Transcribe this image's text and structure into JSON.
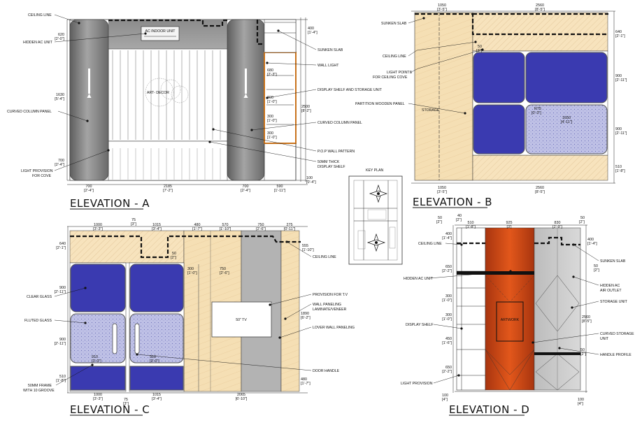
{
  "sheet": {
    "key_plan_label": "KEY PLAN"
  },
  "elevation_a": {
    "title": "ELEVATION - A",
    "ac_label": "AC INDOOR UNIT",
    "art_label": "ART- DECOR",
    "labels_left": [
      "CEILING LINE",
      "HIDDEN  AC UNIT",
      "CURVED COLUMN PANEL",
      "LIGHT PROVISION",
      "FOR COVE"
    ],
    "labels_right": [
      "SUNKEN SLAB",
      "WALL LIGHT",
      "DISPLAY SHELF AND STORAGE UNIT",
      "CURVED COLUMN PANEL",
      "P.O.P WALL PATTERN",
      "50MM THICK",
      "DISPLAY SHELF"
    ],
    "dims_bottom": [
      "700",
      "[2'-4\"]",
      "2185",
      "[7'-2\"]",
      "700",
      "[2'-4\"]",
      "590",
      "[1'-11\"]"
    ],
    "dims_left": [
      "620",
      "[2'-0\"]",
      "1630",
      "[5'-4\"]",
      "700",
      "[2'-4\"]"
    ],
    "dims_right": [
      "400",
      "[1'-4\"]",
      "680",
      "[2'-3\"]",
      "300",
      "[1'-0\"]",
      "2500",
      "[8'-2\"]",
      "300",
      "[1'-0\"]",
      "300",
      "[1'-0\"]",
      "100",
      "[0'-4\"]"
    ]
  },
  "elevation_b": {
    "title": "ELEVATION - B",
    "storage_label": "STORAGE",
    "labels_left": [
      "SUNKEN SLAB",
      "CEILING LINE",
      "LIGHT POINTS",
      "FOR CEILING COVE",
      "PARTITION WOODEN PANEL"
    ],
    "dims_top": [
      "1050",
      "[3'-5\"]",
      "2560",
      "[8'-5\"]"
    ],
    "dims_bottom": [
      "1050",
      "[3'-5\"]",
      "2560",
      "[8'-5\"]"
    ],
    "dims_right": [
      "640",
      "[2'-1\"]",
      "900",
      "[2'-11\"]",
      "900",
      "[2'-11\"]",
      "510",
      "[1'-8\"]"
    ],
    "r_label": "R75",
    "r_sub": "[0'-3\"]",
    "inner_dim": "1650",
    "inner_dim_sub": "[4'-11\"]",
    "small_dim": "50",
    "small_dim_sub": "[2\"]"
  },
  "elevation_c": {
    "title": "ELEVATION - C",
    "tv_label": "50\" TV",
    "labels_left": [
      "CLEAR GLASS",
      "FLUTED GLASS",
      "50MM FRAME",
      "WITH 10 GROOVE"
    ],
    "labels_right": [
      "CEILING LINE",
      "PROVISION FOR T.V",
      "WALL PANELING",
      "LAMINATE/VENEER",
      "LOVER WALL PANELING",
      "DOOR HANDLE"
    ],
    "dims_top": [
      "1000",
      "[3'-3\"]",
      "75",
      "[3\"]",
      "1015",
      "[3'-4\"]",
      "480",
      "[1'-7\"]",
      "570",
      "[1'-10\"]",
      "750",
      "[2'-6\"]",
      "275",
      "[0'-11\"]"
    ],
    "dims_bottom": [
      "1000",
      "[3'-3\"]",
      "75",
      "[3\"]",
      "1015",
      "[3'-4\"]",
      "2065",
      "[6'-10\"]"
    ],
    "dims_left": [
      "640",
      "[2'-1\"]",
      "900",
      "[2'-11\"]",
      "900",
      "[2'-11\"]",
      "510",
      "[1'-8\"]"
    ],
    "dims_right": [
      "555",
      "[1'-10\"]",
      "1890",
      "[6'-2\"]",
      "480",
      "[1'-7\"]"
    ],
    "inner_dims": [
      "50",
      "[2\"]",
      "300",
      "[1'-0\"]",
      "750",
      "[2'-6\"]",
      "910",
      "[3'-0\"]",
      "910",
      "[3'-0\"]"
    ]
  },
  "elevation_d": {
    "title": "ELEVATION - D",
    "artwork_label": "ARTWORK",
    "labels_left": [
      "CEILING LINE",
      "HIDDEN  AC UNIT",
      "DISPLAY SHELF",
      "LIGHT PROVISION"
    ],
    "labels_right": [
      "SUNKEN SLAB",
      "HIDDEN AC",
      "AIR OUTLET",
      "STORAGE UNIT",
      "CURVED STORAGE",
      "UNIT",
      "HANDLE PROFILE"
    ],
    "dims_top": [
      "50",
      "[2\"]",
      "40",
      "[2\"]",
      "510",
      "[1'-8\"]",
      "925",
      "[3']",
      "830",
      "[2'-9\"]",
      "50",
      "[2\"]"
    ],
    "dims_left": [
      "400",
      "[1'-4\"]",
      "650",
      "[2'-2\"]",
      "300",
      "[1'-0\"]",
      "300",
      "[1'-0\"]",
      "450",
      "[1'-6\"]",
      "650",
      "[2'-2\"]",
      "100",
      "[4\"]"
    ],
    "dims_right": [
      "400",
      "[1'-4\"]",
      "50",
      "[2\"]",
      "2560",
      "[8'-5\"]",
      "50",
      "[2\"]",
      "100",
      "[4\"]"
    ]
  }
}
